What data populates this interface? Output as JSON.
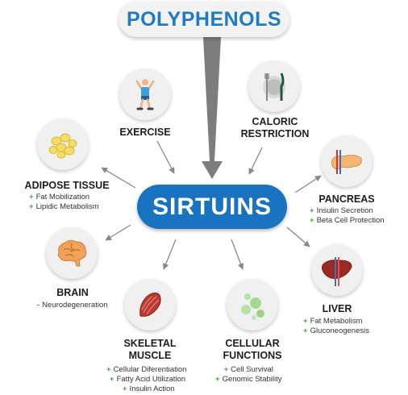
{
  "top_label": "POLYPHENOLS",
  "center_label": "SIRTUINS",
  "colors": {
    "accent": "#1a73c1",
    "positive": "#3aa935",
    "negative": "#d9312b",
    "arrow": "#888888"
  },
  "nodes": {
    "exercise": {
      "title": "EXERCISE",
      "icon": "exercising-person-icon"
    },
    "caloric": {
      "title_1": "CALORIC",
      "title_2": "RESTRICTION",
      "icon": "plate-fork-knife-icon"
    },
    "adipose": {
      "title": "ADIPOSE TISSUE",
      "icon": "fat-cells-icon",
      "items": [
        {
          "sign": "+",
          "text": "Fat Mobilization"
        },
        {
          "sign": "+",
          "text": "Lipidic Metabolism"
        }
      ]
    },
    "pancreas": {
      "title": "PANCREAS",
      "icon": "pancreas-icon",
      "items": [
        {
          "sign": "+",
          "text": "Insulin Secretion"
        },
        {
          "sign": "+",
          "text": "Beta Cell Protection"
        }
      ]
    },
    "brain": {
      "title": "BRAIN",
      "icon": "brain-icon",
      "items": [
        {
          "sign": "-",
          "text": "Neurodegeneration"
        }
      ]
    },
    "liver": {
      "title": "LIVER",
      "icon": "liver-icon",
      "items": [
        {
          "sign": "+",
          "text": "Fat Metabolism"
        },
        {
          "sign": "+",
          "text": "Gluconeogenesis"
        }
      ]
    },
    "muscle": {
      "title_1": "SKELETAL",
      "title_2": "MUSCLE",
      "icon": "muscle-tissue-icon",
      "items": [
        {
          "sign": "+",
          "text": "Cellular Diferentiation"
        },
        {
          "sign": "+",
          "text": "Fatty Acid Utilization"
        },
        {
          "sign": "+",
          "text": "Insulin Action"
        }
      ]
    },
    "cellular": {
      "title_1": "CELLULAR",
      "title_2": "FUNCTIONS",
      "icon": "cells-icon",
      "items": [
        {
          "sign": "+",
          "text": "Cell Survival"
        },
        {
          "sign": "+",
          "text": "Genomic Stability"
        }
      ]
    }
  }
}
